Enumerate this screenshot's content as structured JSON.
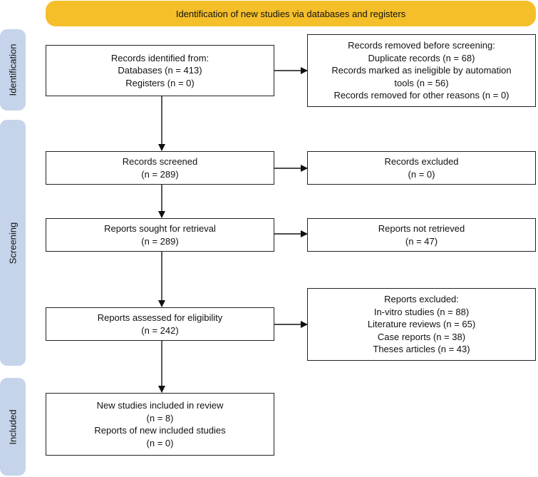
{
  "header": {
    "title": "Identification of new studies via databases and registers"
  },
  "phases": {
    "identification": "Identification",
    "screening": "Screening",
    "included": "Included"
  },
  "boxes": {
    "records_identified": [
      "Records identified from:",
      "Databases (n = 413)",
      "Registers (n = 0)"
    ],
    "records_removed": [
      "Records removed before screening:",
      "Duplicate records (n = 68)",
      "Records marked as ineligible by automation",
      "tools (n = 56)",
      "Records removed for other reasons (n = 0)"
    ],
    "records_screened": [
      "Records screened",
      "(n = 289)"
    ],
    "records_excluded": [
      "Records excluded",
      "(n = 0)"
    ],
    "reports_sought": [
      "Reports sought for retrieval",
      "(n = 289)"
    ],
    "reports_not_retrieved": [
      "Reports not retrieved",
      "(n = 47)"
    ],
    "reports_assessed": [
      "Reports assessed for eligibility",
      "(n = 242)"
    ],
    "reports_excluded": [
      "Reports excluded:",
      "In-vitro studies (n = 88)",
      "Literature reviews (n = 65)",
      "Case reports (n = 38)",
      "Theses articles (n = 43)"
    ],
    "studies_included": [
      "New studies included in review",
      "(n = 8)",
      "Reports of new included studies",
      "(n = 0)"
    ]
  },
  "colors": {
    "header": "#f5bf2a",
    "phase": "#c5d4ea",
    "border": "#222222"
  }
}
